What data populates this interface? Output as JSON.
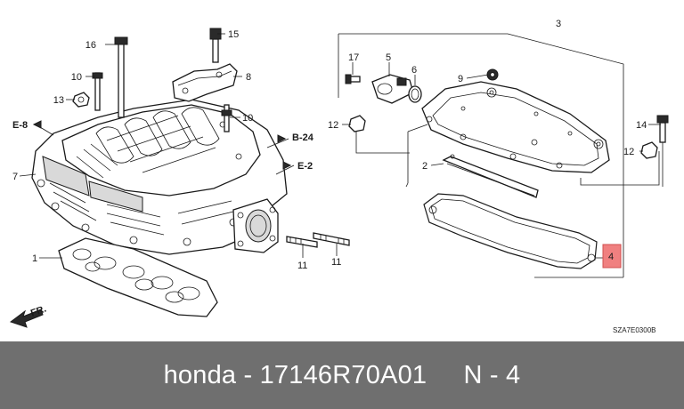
{
  "diagram": {
    "callouts": {
      "c1": "1",
      "c2": "2",
      "c3": "3",
      "c4": "4",
      "c5": "5",
      "c6": "6",
      "c7": "7",
      "c8": "8",
      "c9": "9",
      "c10a": "10",
      "c10b": "10",
      "c11a": "11",
      "c11b": "11",
      "c12a": "12",
      "c12b": "12",
      "c13": "13",
      "c14": "14",
      "c15": "15",
      "c16": "16",
      "c17": "17"
    },
    "references": {
      "e8": "E-8",
      "b24": "B-24",
      "e2": "E-2"
    },
    "front_marker": "FR.",
    "diagram_code": "SZA7E0300B"
  },
  "footer": {
    "text": "honda - 17146R70A01     N - 4"
  },
  "colors": {
    "footer_background": "#6f6f6f",
    "footer_text": "#ffffff",
    "highlight_box": "#f08080"
  }
}
